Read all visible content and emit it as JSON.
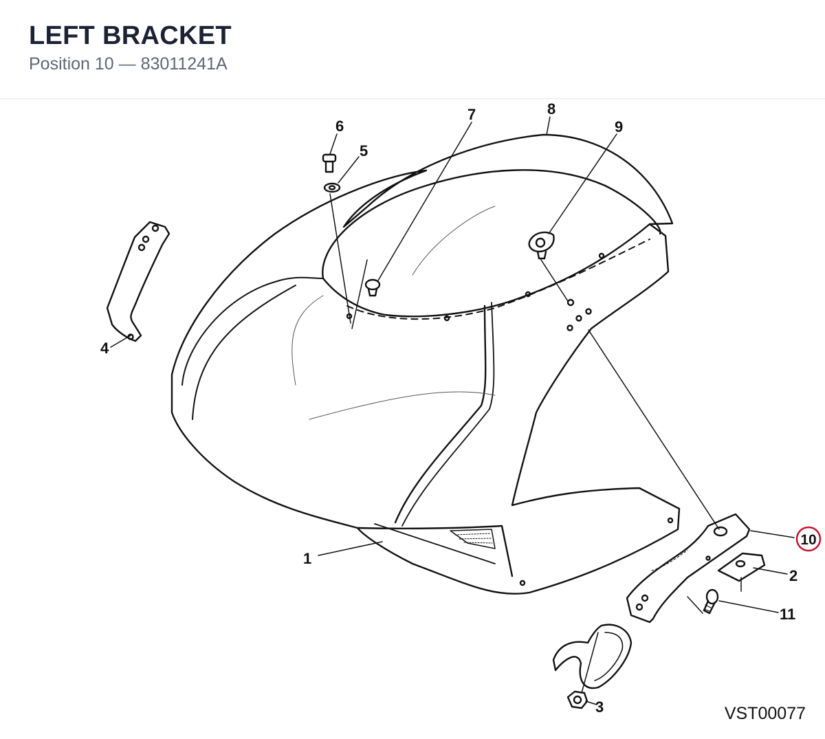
{
  "header": {
    "title": "LEFT BRACKET",
    "subtitle": "Position 10 — 83011241A"
  },
  "diagram": {
    "callouts": [
      "1",
      "2",
      "3",
      "4",
      "5",
      "6",
      "7",
      "8",
      "9",
      "10",
      "11"
    ],
    "highlighted": "10",
    "highlight_color": "#c8102e",
    "code": "VST00077"
  }
}
